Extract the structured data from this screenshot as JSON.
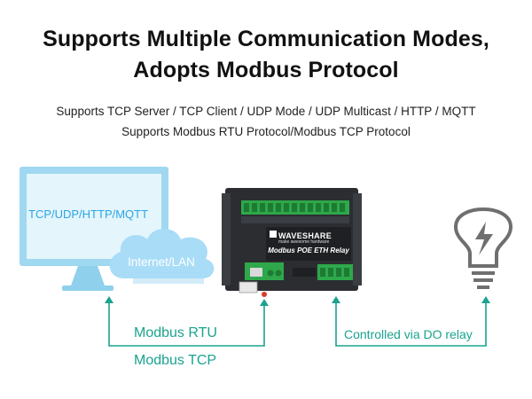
{
  "header": {
    "title_line1": "Supports Multiple Communication Modes,",
    "title_line2": "Adopts Modbus Protocol"
  },
  "subtitle": {
    "line1": "Supports TCP Server / TCP Client / UDP Mode / UDP Multicast / HTTP / MQTT",
    "line2": "Supports Modbus RTU Protocol/Modbus TCP Protocol"
  },
  "diagram": {
    "monitor_label": "TCP/UDP/HTTP/MQTT",
    "cloud_label": "Internet/LAN",
    "protocol_rtu": "Modbus RTU",
    "protocol_tcp": "Modbus TCP",
    "relay_note": "Controlled via DO relay",
    "device_brand": "WAVESHARE",
    "device_tagline": "make awesome hardware",
    "device_name": "Modbus POE ETH Relay"
  },
  "colors": {
    "accent": "#1aa38f",
    "monitor": "#9fd8f0",
    "cloud": "#a9dcf6",
    "device_green": "#2ea84a",
    "device_body": "#2b2d31"
  },
  "icons": [
    "monitor-icon",
    "cloud-icon",
    "relay-device-icon",
    "lightbulb-icon",
    "lightning-icon"
  ]
}
